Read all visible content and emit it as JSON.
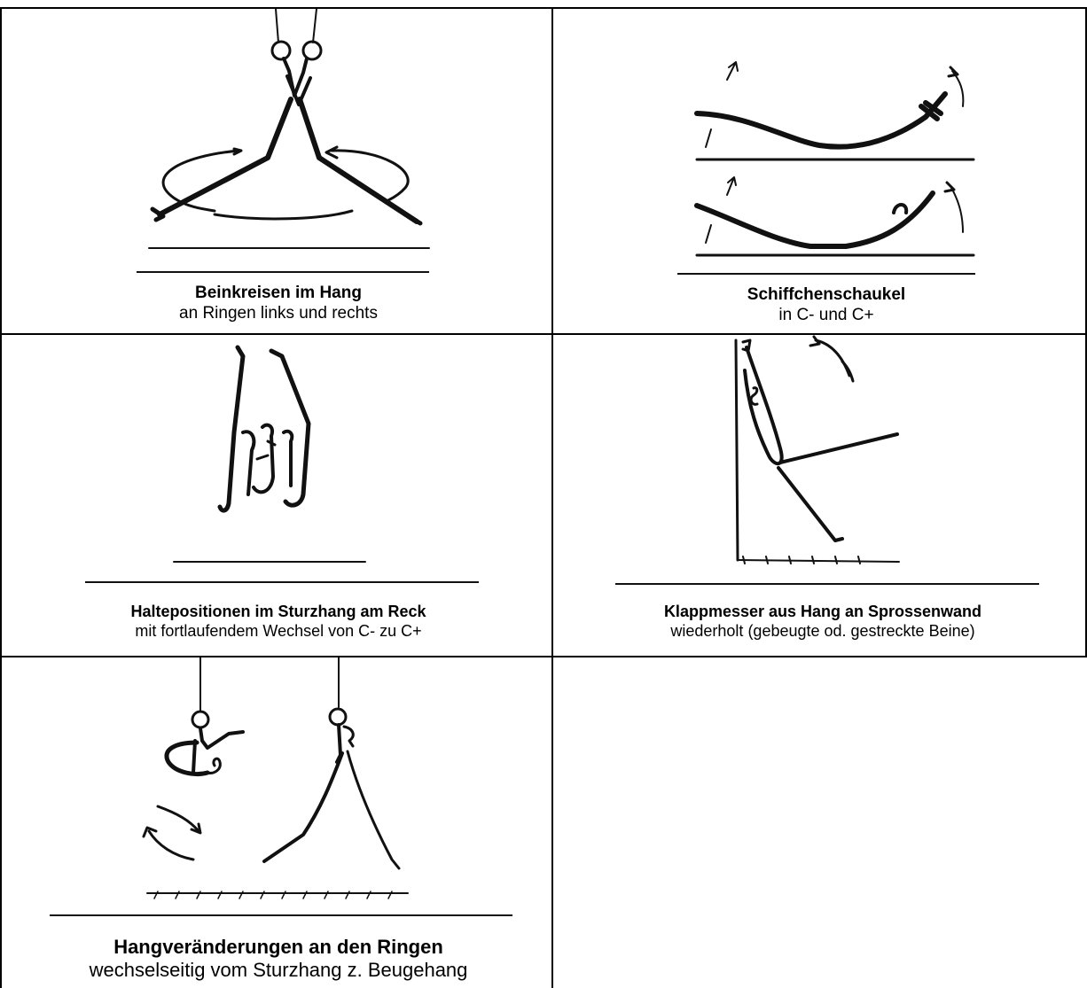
{
  "cells": [
    {
      "title": "Beinkreisen im Hang",
      "subtitle": "an Ringen links und rechts",
      "illustration": "ring-leg-circles-sketch"
    },
    {
      "title": "Schiffchenschaukel",
      "subtitle": "in C- und C+",
      "illustration": "boat-rock-sketch"
    },
    {
      "title": "Haltepositionen im Sturzhang am Reck",
      "subtitle": "mit fortlaufendem Wechsel von C- zu C+",
      "illustration": "inverted-hang-sketch"
    },
    {
      "title": "Klappmesser aus Hang an Sprossenwand",
      "subtitle": "wiederholt (gebeugte od. gestreckte Beine)",
      "illustration": "jackknife-wallbar-sketch"
    },
    {
      "title": "Hangveränderungen an den Ringen",
      "subtitle": "wechselseitig vom Sturzhang z. Beugehang",
      "illustration": "ring-hang-change-sketch"
    }
  ]
}
